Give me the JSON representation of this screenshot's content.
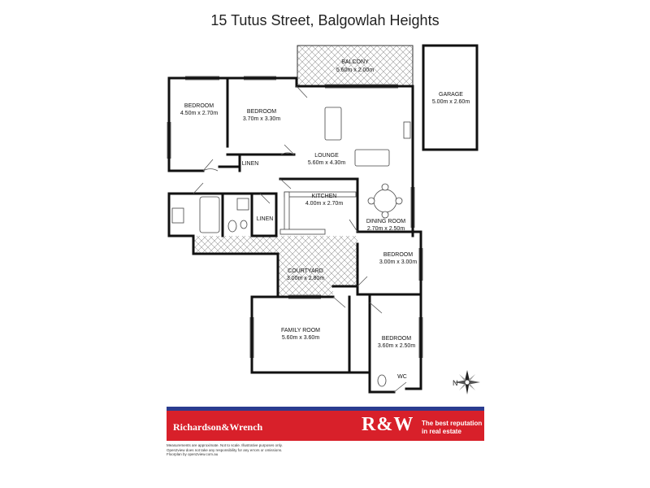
{
  "title": "15 Tutus Street, Balgowlah Heights",
  "rooms": {
    "balcony": {
      "name": "BALCONY",
      "dims": "5.60m x 2.00m"
    },
    "garage": {
      "name": "GARAGE",
      "dims": "5.00m x 2.60m"
    },
    "bedroom1": {
      "name": "BEDROOM",
      "dims": "4.50m x 2.70m"
    },
    "bedroom2": {
      "name": "BEDROOM",
      "dims": "3.70m x 3.30m"
    },
    "lounge": {
      "name": "LOUNGE",
      "dims": "5.60m x 4.30m"
    },
    "linen1": {
      "name": "LINEN"
    },
    "kitchen": {
      "name": "KITCHEN",
      "dims": "4.00m x 2.70m"
    },
    "linen2": {
      "name": "LINEN"
    },
    "dining": {
      "name": "DINING ROOM",
      "dims": "2.70m x 2.50m"
    },
    "bedroom3": {
      "name": "BEDROOM",
      "dims": "3.00m x 3.00m"
    },
    "courtyard": {
      "name": "COURTYARD",
      "dims": "3.00m x 2.80m"
    },
    "family": {
      "name": "FAMILY ROOM",
      "dims": "5.60m x 3.60m"
    },
    "bedroom4": {
      "name": "BEDROOM",
      "dims": "3.60m x 2.50m"
    },
    "wc": {
      "name": "WC"
    }
  },
  "compass": {
    "label": "N"
  },
  "banner": {
    "brand": "Richardson&Wrench",
    "logo": "R&W",
    "tagline_line1": "The best reputation",
    "tagline_line2": "in real estate",
    "colors": {
      "red": "#d8202a",
      "blue": "#2b3c8f"
    }
  },
  "disclaimer": {
    "line1": "Measurements are approximate. Not to scale. Illustrative purposes only.",
    "line2": "Open2view does not take any responsibility for any errors or omissions.",
    "line3": "Floorplan by open2view.com.au"
  }
}
